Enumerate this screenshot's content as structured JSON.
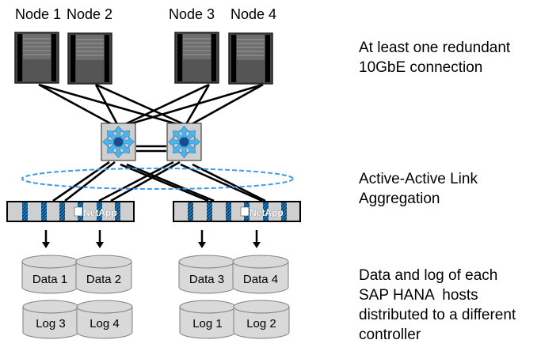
{
  "nodes": [
    {
      "label": "Node 1"
    },
    {
      "label": "Node 2"
    },
    {
      "label": "Node 3"
    },
    {
      "label": "Node 4"
    }
  ],
  "switches": [
    {
      "name": "left-switch",
      "icon": "network-switch-icon"
    },
    {
      "name": "right-switch",
      "icon": "network-switch-icon"
    }
  ],
  "controllers": [
    {
      "brand": "NetApp",
      "icon": "netapp-logo-icon"
    },
    {
      "brand": "NetApp",
      "icon": "netapp-logo-icon"
    }
  ],
  "storage": {
    "controller_1": {
      "data": [
        "Data 1",
        "Data 2"
      ],
      "log": [
        "Log 3",
        "Log 4"
      ]
    },
    "controller_2": {
      "data": [
        "Data 3",
        "Data 4"
      ],
      "log": [
        "Log 1",
        "Log 2"
      ]
    }
  },
  "annotations": {
    "connection": [
      "At least one redundant",
      "10GbE connection"
    ],
    "link_aggregation": [
      "Active-Active Link",
      "Aggregation"
    ],
    "distribution": [
      "Data and log of each",
      "SAP HANA  hosts",
      "distributed to a different",
      "controller"
    ]
  },
  "colors": {
    "switch_blue": "#4db3e8",
    "switch_dark": "#1a4d8f",
    "aggregation_ellipse": "#3d9be9",
    "port_stripe": "#1e88d0",
    "server_body": "#555555",
    "cylinder_fill": "#d9d9d9"
  }
}
